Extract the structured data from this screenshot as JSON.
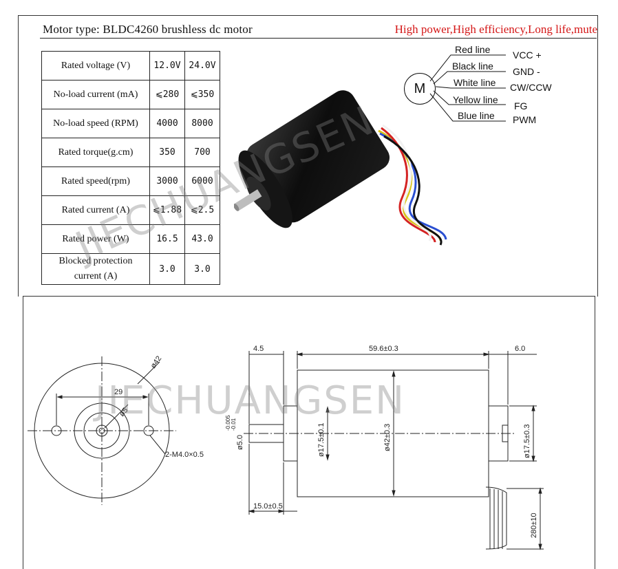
{
  "header": {
    "motor_type": "Motor type: BLDC4260 brushless dc motor",
    "slogan": "High power,High efficiency,Long life,mute",
    "slogan_color": "#d41616"
  },
  "spec_table": {
    "rows": [
      {
        "label": "Rated voltage (V)",
        "v12": "12.0V",
        "v24": "24.0V"
      },
      {
        "label": "No-load current (mA)",
        "v12": "⩽280",
        "v24": "⩽350"
      },
      {
        "label": "No-load speed (RPM)",
        "v12": "4000",
        "v24": "8000"
      },
      {
        "label": "Rated torque(g.cm)",
        "v12": "350",
        "v24": "700"
      },
      {
        "label": "Rated speed(rpm)",
        "v12": "3000",
        "v24": "6000"
      },
      {
        "label": "Rated current (A)",
        "v12": "⩽1.88",
        "v24": "⩽2.5"
      },
      {
        "label": "Rated power (W)",
        "v12": "16.5",
        "v24": "43.0"
      },
      {
        "label": "Blocked protection current (A)",
        "v12": "3.0",
        "v24": "3.0"
      }
    ]
  },
  "wiring": {
    "motor_symbol": "M",
    "wires": [
      {
        "line": "Red line",
        "signal": "VCC +"
      },
      {
        "line": "Black line",
        "signal": "GND -"
      },
      {
        "line": "White line",
        "signal": "CW/CCW"
      },
      {
        "line": "Yellow line",
        "signal": "FG"
      },
      {
        "line": "Blue line",
        "signal": "PWM"
      }
    ]
  },
  "watermark": "JIECHUANGSEN",
  "drawing": {
    "front_view": {
      "dia_outer": "ø42",
      "hole_spacing": "29",
      "dia_shaft": "ø5",
      "mount_holes": "2-M4.0×0.5"
    },
    "side_view": {
      "shaft_ext": "4.5",
      "body_len": "59.6±0.3",
      "rear_len": "6.0",
      "shaft_dia": "ø5.0",
      "shaft_tol_upper": "-0.005",
      "shaft_tol_lower": "-0.01",
      "boss_dia": "ø17.5±0.1",
      "body_dia": "ø42±0.3",
      "rear_boss_dia": "ø17.5±0.3",
      "shaft_len": "15.0±0.5",
      "lead_len": "280±10"
    }
  }
}
